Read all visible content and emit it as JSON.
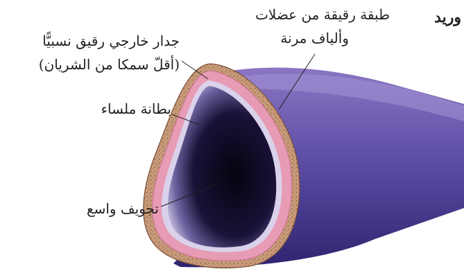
{
  "diagram": {
    "title": "وريد",
    "labels": {
      "muscle_layer_line1": "طبقة رقيقة من عضلات",
      "muscle_layer_line2": "وألياف مرنة",
      "outer_wall_line1": "جدار خارجي رقيق نسبيًّا",
      "outer_wall_line2": "(أقلّ سمكا من الشريان)",
      "smooth_lining": "بطانة ملساء",
      "wide_lumen": "تجويف واسع"
    },
    "colors": {
      "vein_body": "#5b4aa0",
      "outer_wall": "#c79b7a",
      "muscle_layer": "#e79bb5",
      "lumen_dark": "#0a0618",
      "lining_light": "#d9d2ea",
      "text": "#231f20"
    }
  }
}
